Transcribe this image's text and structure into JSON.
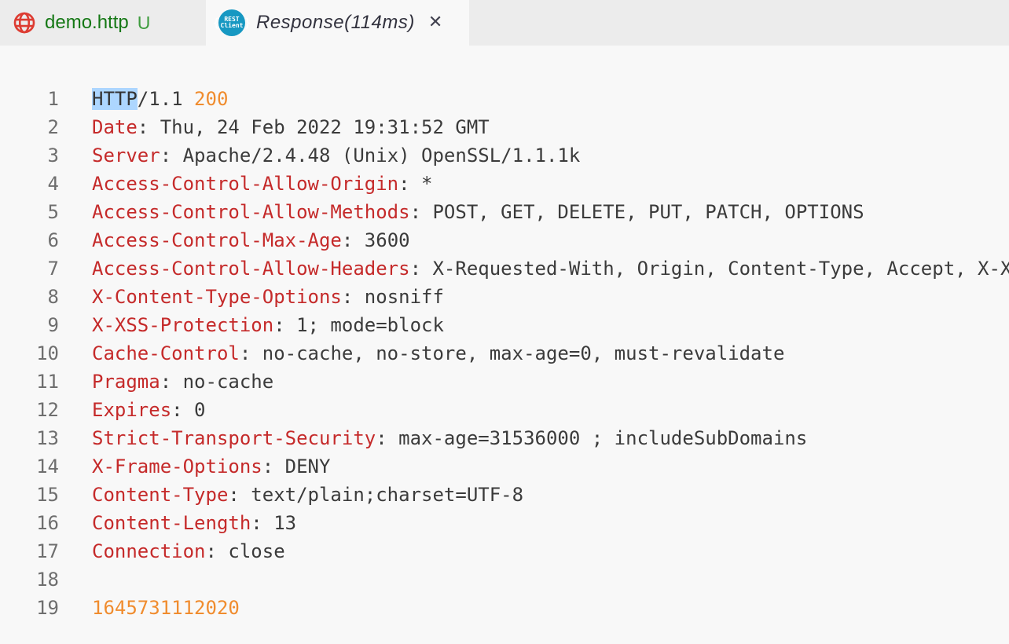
{
  "tabs": [
    {
      "label": "demo.http",
      "badge": "U",
      "icon": "globe",
      "active": false
    },
    {
      "label": "Response(114ms)",
      "icon": "rest-client",
      "active": true,
      "close_glyph": "✕"
    }
  ],
  "rest_icon": {
    "brace_left": "{",
    "word_top": "REST",
    "word_bottom": "Client",
    "brace_right": "}"
  },
  "colors": {
    "tabbar_bg": "#ececec",
    "editor_bg": "#f8f8f8",
    "tab_file_green": "#157815",
    "modified_badge_green": "#3d9b3d",
    "header_red": "#c52a2a",
    "number_orange": "#f08c2e",
    "selection_blue": "#add6ff",
    "globe_red": "#dd3c32",
    "rest_icon_teal": "#1798c2",
    "line_number_gray": "#6e6e6e",
    "text_default": "#3b3b3b"
  },
  "editor": {
    "lines": [
      {
        "num": "1",
        "segments": [
          {
            "t": "HTTP",
            "s": "selected"
          },
          {
            "t": "/1.1 ",
            "s": "plain"
          },
          {
            "t": "200",
            "s": "number"
          }
        ]
      },
      {
        "num": "2",
        "segments": [
          {
            "t": "Date",
            "s": "header"
          },
          {
            "t": ": Thu, 24 Feb 2022 19:31:52 GMT",
            "s": "plain"
          }
        ]
      },
      {
        "num": "3",
        "segments": [
          {
            "t": "Server",
            "s": "header"
          },
          {
            "t": ": Apache/2.4.48 (Unix) OpenSSL/1.1.1k",
            "s": "plain"
          }
        ]
      },
      {
        "num": "4",
        "segments": [
          {
            "t": "Access-Control-Allow-Origin",
            "s": "header"
          },
          {
            "t": ": *",
            "s": "plain"
          }
        ]
      },
      {
        "num": "5",
        "segments": [
          {
            "t": "Access-Control-Allow-Methods",
            "s": "header"
          },
          {
            "t": ": POST, GET, DELETE, PUT, PATCH, OPTIONS",
            "s": "plain"
          }
        ]
      },
      {
        "num": "6",
        "segments": [
          {
            "t": "Access-Control-Max-Age",
            "s": "header"
          },
          {
            "t": ": 3600",
            "s": "plain"
          }
        ]
      },
      {
        "num": "7",
        "segments": [
          {
            "t": "Access-Control-Allow-Headers",
            "s": "header"
          },
          {
            "t": ": X-Requested-With, Origin, Content-Type, Accept, X-X",
            "s": "plain"
          }
        ]
      },
      {
        "num": "8",
        "segments": [
          {
            "t": "X-Content-Type-Options",
            "s": "header"
          },
          {
            "t": ": nosniff",
            "s": "plain"
          }
        ]
      },
      {
        "num": "9",
        "segments": [
          {
            "t": "X-XSS-Protection",
            "s": "header"
          },
          {
            "t": ": 1; mode=block",
            "s": "plain"
          }
        ]
      },
      {
        "num": "10",
        "segments": [
          {
            "t": "Cache-Control",
            "s": "header"
          },
          {
            "t": ": no-cache, no-store, max-age=0, must-revalidate",
            "s": "plain"
          }
        ]
      },
      {
        "num": "11",
        "segments": [
          {
            "t": "Pragma",
            "s": "header"
          },
          {
            "t": ": no-cache",
            "s": "plain"
          }
        ]
      },
      {
        "num": "12",
        "segments": [
          {
            "t": "Expires",
            "s": "header"
          },
          {
            "t": ": 0",
            "s": "plain"
          }
        ]
      },
      {
        "num": "13",
        "segments": [
          {
            "t": "Strict-Transport-Security",
            "s": "header"
          },
          {
            "t": ": max-age=31536000 ; includeSubDomains",
            "s": "plain"
          }
        ]
      },
      {
        "num": "14",
        "segments": [
          {
            "t": "X-Frame-Options",
            "s": "header"
          },
          {
            "t": ": DENY",
            "s": "plain"
          }
        ]
      },
      {
        "num": "15",
        "segments": [
          {
            "t": "Content-Type",
            "s": "header"
          },
          {
            "t": ": text/plain;charset=UTF-8",
            "s": "plain"
          }
        ]
      },
      {
        "num": "16",
        "segments": [
          {
            "t": "Content-Length",
            "s": "header"
          },
          {
            "t": ": 13",
            "s": "plain"
          }
        ]
      },
      {
        "num": "17",
        "segments": [
          {
            "t": "Connection",
            "s": "header"
          },
          {
            "t": ": close",
            "s": "plain"
          }
        ]
      },
      {
        "num": "18",
        "segments": []
      },
      {
        "num": "19",
        "segments": [
          {
            "t": "1645731112020",
            "s": "number"
          }
        ]
      }
    ]
  }
}
